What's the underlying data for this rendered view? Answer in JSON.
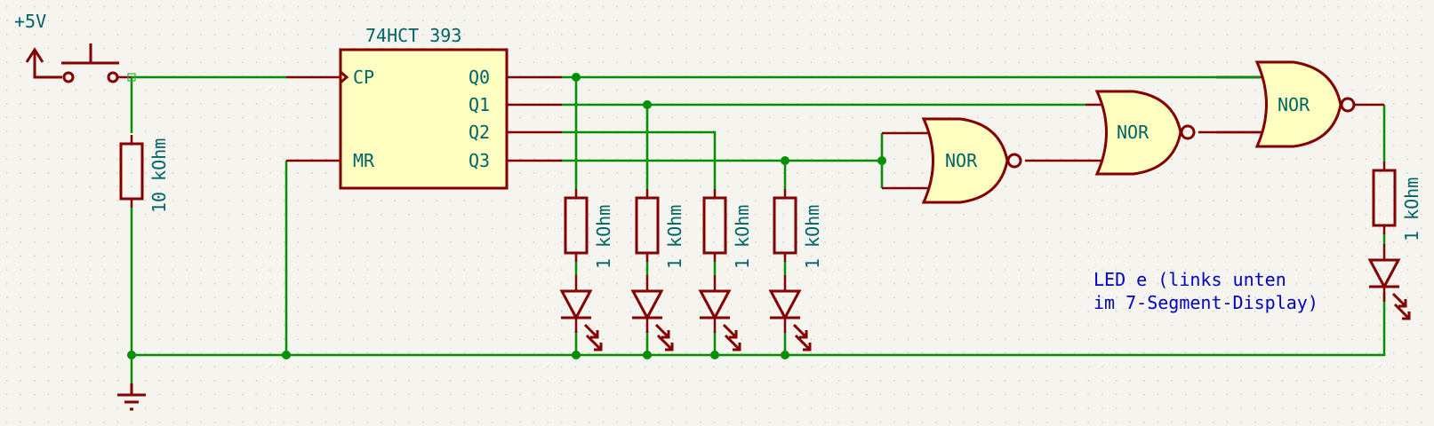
{
  "power": {
    "label": "+5V"
  },
  "ic": {
    "name": "74HCT 393",
    "pins": {
      "cp": "CP",
      "mr": "MR",
      "q0": "Q0",
      "q1": "Q1",
      "q2": "Q2",
      "q3": "Q3"
    }
  },
  "pullup": {
    "value": "10 kOhm"
  },
  "led_resistors": [
    "1 kOhm",
    "1 kOhm",
    "1 kOhm",
    "1 kOhm"
  ],
  "gates": [
    {
      "type": "NOR"
    },
    {
      "type": "NOR"
    },
    {
      "type": "NOR"
    }
  ],
  "output_resistor": {
    "value": "1 kOhm"
  },
  "note": {
    "line1": "LED e (links unten",
    "line2": "im 7-Segment-Display)"
  },
  "colors": {
    "wire": "#009000",
    "symbol": "#840000",
    "body": "#ffffc2",
    "text": "#006464",
    "note": "#0000c2"
  }
}
